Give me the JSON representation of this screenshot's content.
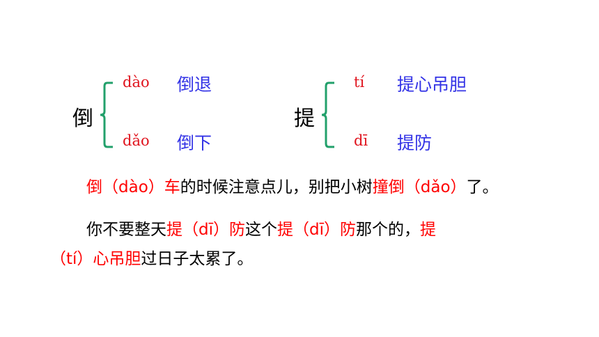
{
  "colors": {
    "pinyin": "#e0141e",
    "word": "#3333e6",
    "brace": "#22a06b",
    "highlight": "#ff0000",
    "text": "#000000"
  },
  "group1": {
    "char": "倒",
    "readings": [
      {
        "pinyin": "dào",
        "word": "倒退"
      },
      {
        "pinyin": "dǎo",
        "word": "倒下"
      }
    ]
  },
  "group2": {
    "char": "提",
    "readings": [
      {
        "pinyin": "tí",
        "word": "提心吊胆"
      },
      {
        "pinyin": "dī",
        "word": "提防"
      }
    ]
  },
  "sentence1": {
    "segments": [
      {
        "text": "倒（dào）车",
        "color": "red"
      },
      {
        "text": "的时候注意点儿，别把小树",
        "color": "black"
      },
      {
        "text": "撞倒（dǎo）",
        "color": "red"
      },
      {
        "text": "了。",
        "color": "black"
      }
    ]
  },
  "sentence2": {
    "line1": [
      {
        "text": "你不要整天",
        "color": "black"
      },
      {
        "text": "提（dī）防",
        "color": "red"
      },
      {
        "text": "这个",
        "color": "black"
      },
      {
        "text": "提（dī）防",
        "color": "red"
      },
      {
        "text": "那个的，",
        "color": "black"
      },
      {
        "text": "提",
        "color": "red"
      }
    ],
    "line2": [
      {
        "text": "（tí）心吊胆",
        "color": "red"
      },
      {
        "text": "过日子太累了。",
        "color": "black"
      }
    ]
  }
}
